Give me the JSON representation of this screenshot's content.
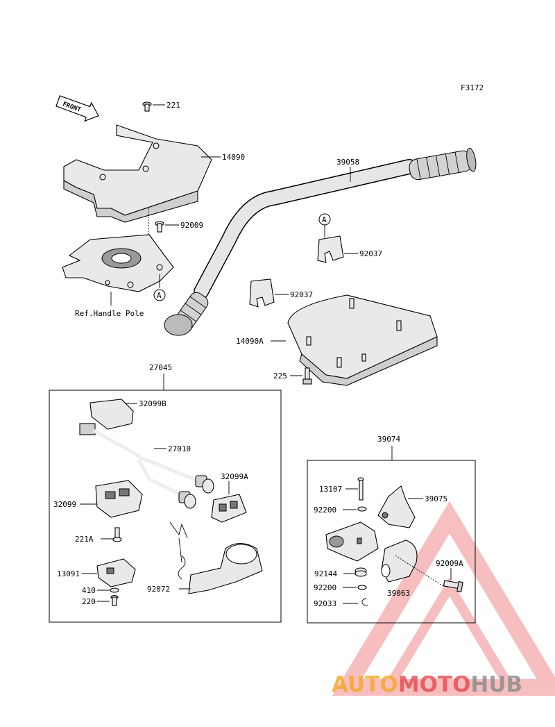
{
  "diagram": {
    "figure_code": "F3172",
    "front_label": "FRONT",
    "ref_label": "Ref.Handle Pole",
    "callout_marker": "A",
    "parts": {
      "p221": "221",
      "p14090": "14090",
      "p92009": "92009",
      "p39058": "39058",
      "p92037_upper": "92037",
      "p92037_lower": "92037",
      "p14090A": "14090A",
      "p225": "225",
      "p27045": "27045",
      "p32099B": "32099B",
      "p27010": "27010",
      "p32099A": "32099A",
      "p32099": "32099",
      "p221A": "221A",
      "p13091": "13091",
      "p410": "410",
      "p220": "220",
      "p92072": "92072",
      "p39074": "39074",
      "p13107": "13107",
      "p39075": "39075",
      "p92200_upper": "92200",
      "p92009A": "92009A",
      "p92144": "92144",
      "p39063": "39063",
      "p92200_lower": "92200",
      "p92033": "92033"
    }
  },
  "watermark": {
    "part1": "AUTO",
    "part2": "MOTO",
    "part3": "HUB",
    "colors": {
      "orange": "#f5a623",
      "red": "#e8474b",
      "gray": "#8a8a8a"
    }
  }
}
